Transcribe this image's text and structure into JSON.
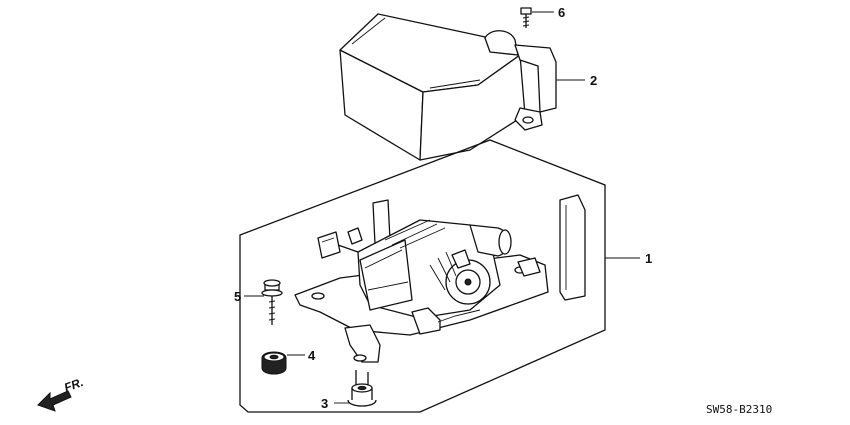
{
  "callouts": {
    "p1": "1",
    "p2": "2",
    "p3": "3",
    "p4": "4",
    "p5": "5",
    "p6": "6"
  },
  "direction_label": "FR.",
  "diagram_code": "SW58-B2310"
}
